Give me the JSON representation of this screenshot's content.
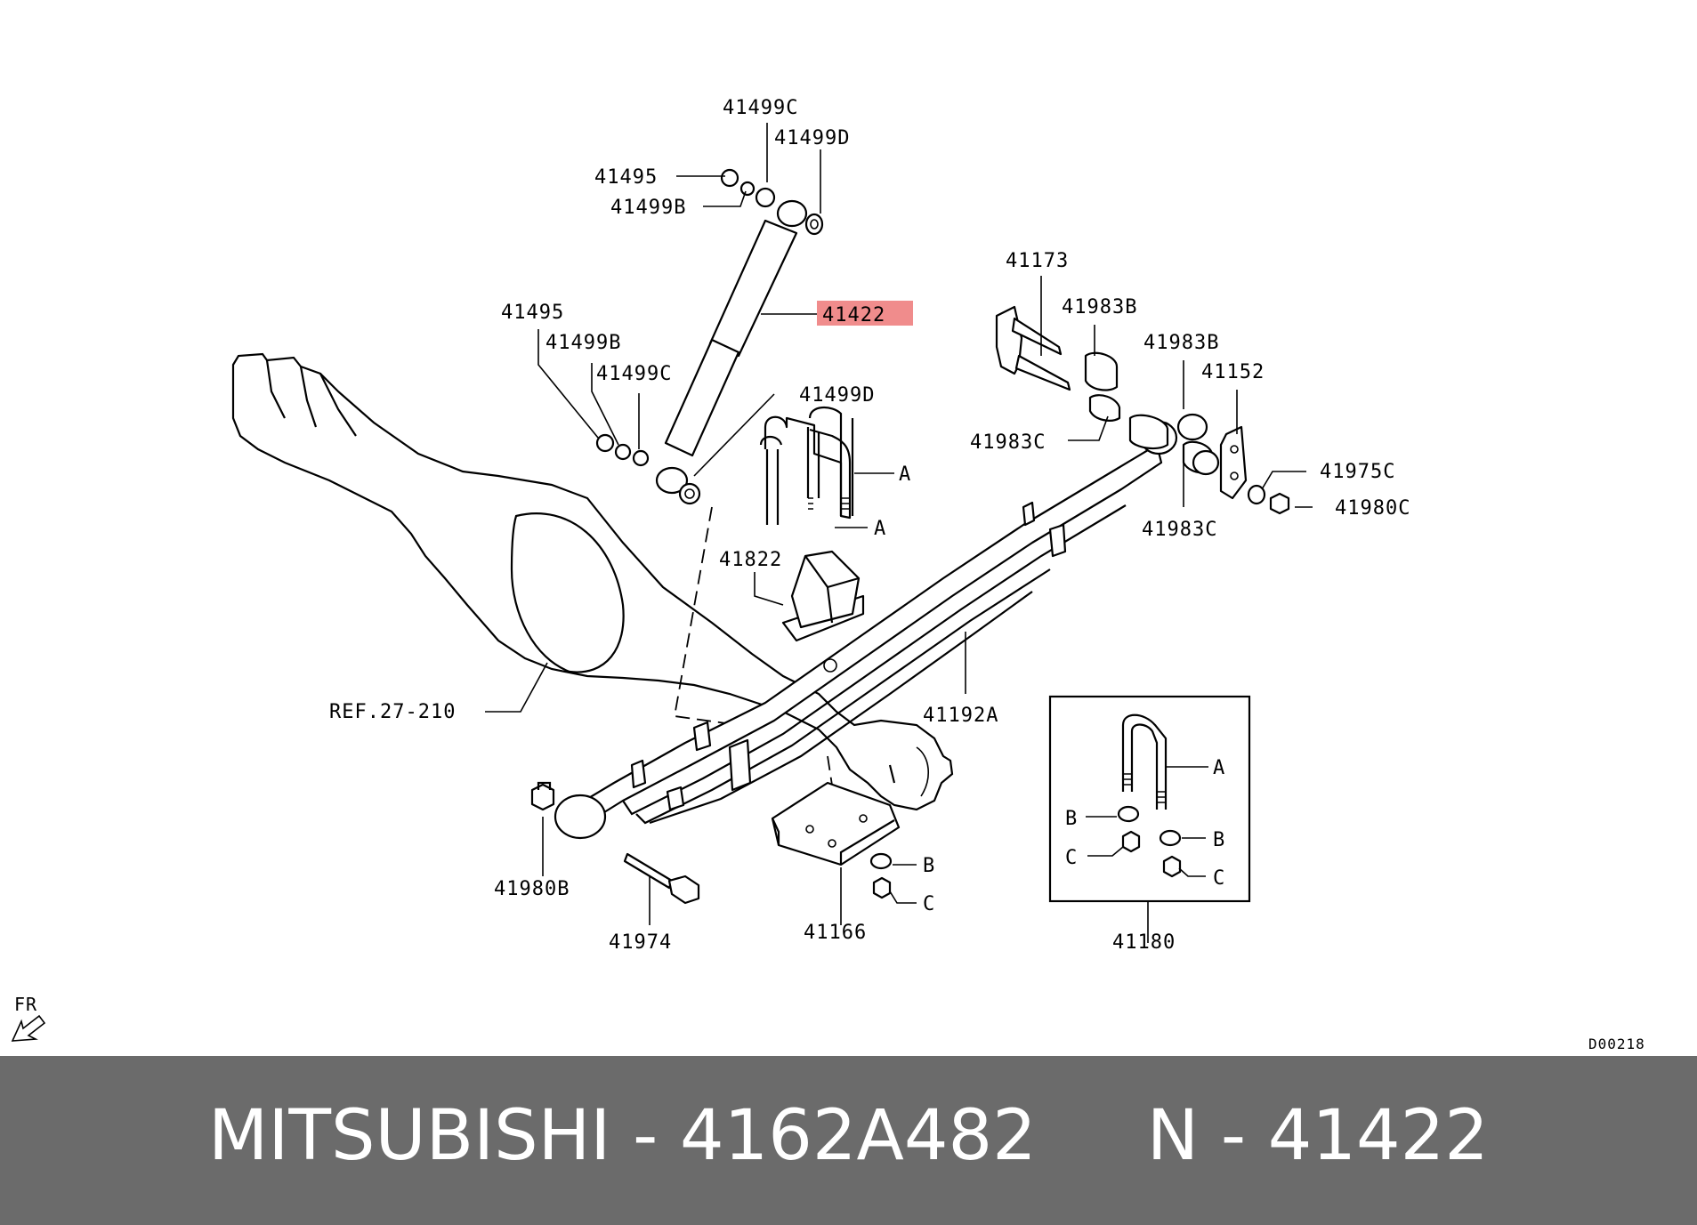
{
  "diagram": {
    "callouts": {
      "c_41499C_top": "41499C",
      "c_41499D_top": "41499D",
      "c_41495_top": "41495",
      "c_41499B_top": "41499B",
      "c_41422": "41422",
      "c_41495_mid": "41495",
      "c_41499B_mid": "41499B",
      "c_41499C_mid": "41499C",
      "c_41499D_mid": "41499D",
      "c_A_1": "A",
      "c_A_2": "A",
      "c_41822": "41822",
      "c_41173": "41173",
      "c_41983B_1": "41983B",
      "c_41983B_2": "41983B",
      "c_41152": "41152",
      "c_41983C_left": "41983C",
      "c_41975C": "41975C",
      "c_41980C": "41980C",
      "c_41983C_bottom": "41983C",
      "c_ref": "REF.27-210",
      "c_41192A": "41192A",
      "c_41980B": "41980B",
      "c_41974": "41974",
      "c_41166": "41166",
      "c_B_main": "B",
      "c_C_main": "C",
      "c_A_box": "A",
      "c_B_box_left": "B",
      "c_B_box_right": "B",
      "c_C_box_left": "C",
      "c_C_box_right": "C",
      "c_41180": "41180"
    },
    "highlight_color": "#f08c8c",
    "fr_label": "FR",
    "drawing_code": "D00218"
  },
  "footer": {
    "text": "MITSUBISHI - 4162A482     N - 41422",
    "background": "#6b6b6b"
  }
}
